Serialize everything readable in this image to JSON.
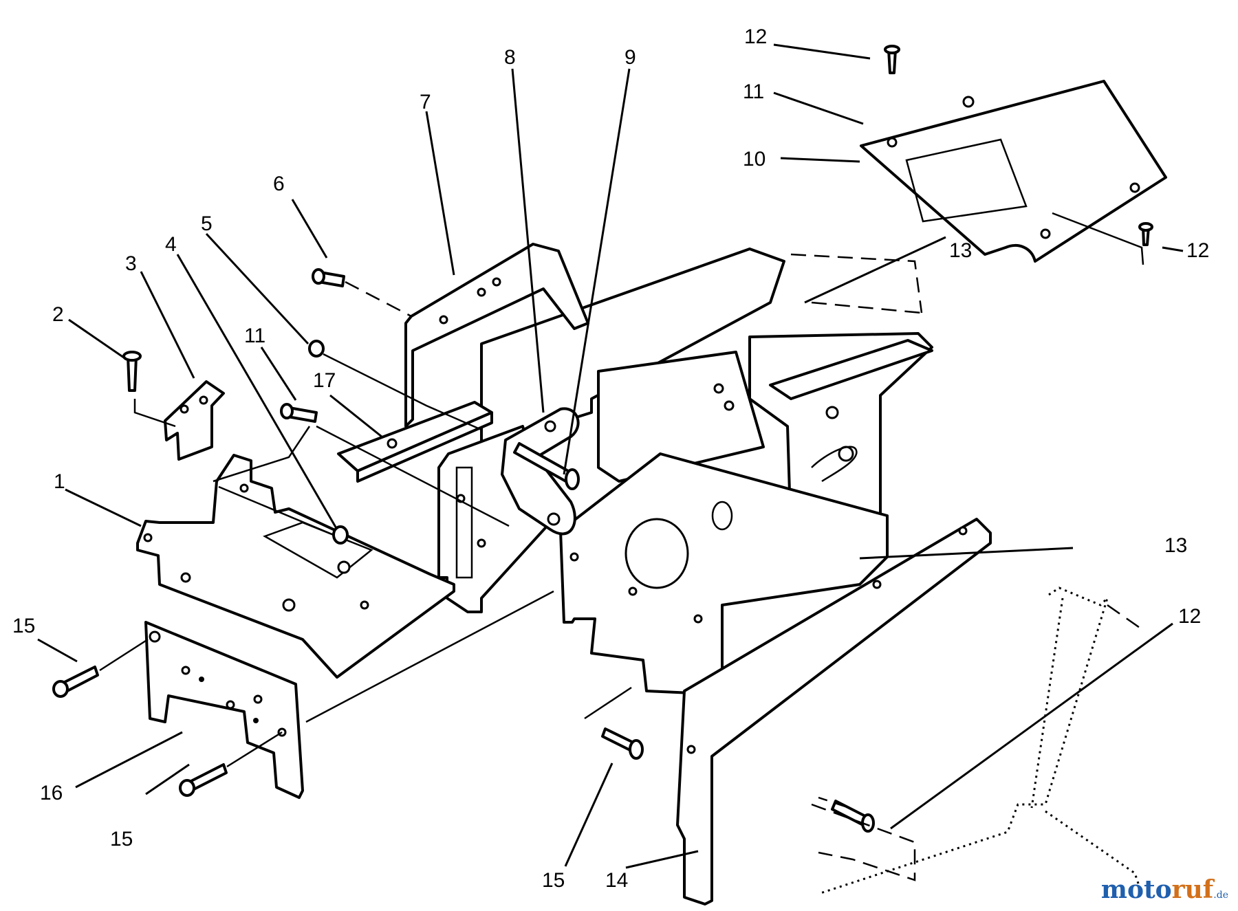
{
  "diagram": {
    "callouts": [
      {
        "id": "c1",
        "label": "1"
      },
      {
        "id": "c2",
        "label": "2"
      },
      {
        "id": "c3",
        "label": "3"
      },
      {
        "id": "c4",
        "label": "4"
      },
      {
        "id": "c5",
        "label": "5"
      },
      {
        "id": "c6",
        "label": "6"
      },
      {
        "id": "c7",
        "label": "7"
      },
      {
        "id": "c8",
        "label": "8"
      },
      {
        "id": "c9",
        "label": "9"
      },
      {
        "id": "c10",
        "label": "10"
      },
      {
        "id": "c11a",
        "label": "11"
      },
      {
        "id": "c11b",
        "label": "11"
      },
      {
        "id": "c12a",
        "label": "12"
      },
      {
        "id": "c12b",
        "label": "12"
      },
      {
        "id": "c12c",
        "label": "12"
      },
      {
        "id": "c13a",
        "label": "13"
      },
      {
        "id": "c13b",
        "label": "13"
      },
      {
        "id": "c14",
        "label": "14"
      },
      {
        "id": "c15a",
        "label": "15"
      },
      {
        "id": "c15b",
        "label": "15"
      },
      {
        "id": "c15c",
        "label": "15"
      },
      {
        "id": "c16",
        "label": "16"
      },
      {
        "id": "c17",
        "label": "17"
      }
    ]
  },
  "watermark": {
    "part1": "moto",
    "part2": "ruf",
    "part3": ".de"
  }
}
